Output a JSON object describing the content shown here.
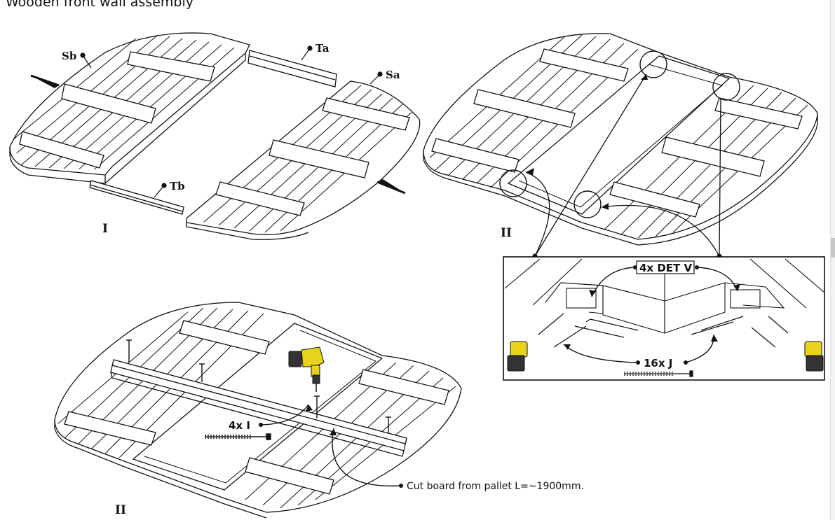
{
  "page": {
    "title": "Wooden front wall assembly"
  },
  "parts": {
    "sb": "Sb",
    "ta": "Ta",
    "sa": "Sa",
    "tb": "Tb"
  },
  "steps": {
    "step1": "I",
    "step2a": "II",
    "step2b": "II"
  },
  "callouts": {
    "det_v": "4x DET V",
    "screws_j": "16x J",
    "screws_i": "4x I",
    "cut_board": "Cut board from pallet L=~1900mm."
  },
  "colors": {
    "line": "#111111",
    "fill": "#ffffff",
    "drill_body": "#e8d21a"
  },
  "icons": [
    "drill-icon",
    "screw-icon",
    "arrow-icon"
  ]
}
